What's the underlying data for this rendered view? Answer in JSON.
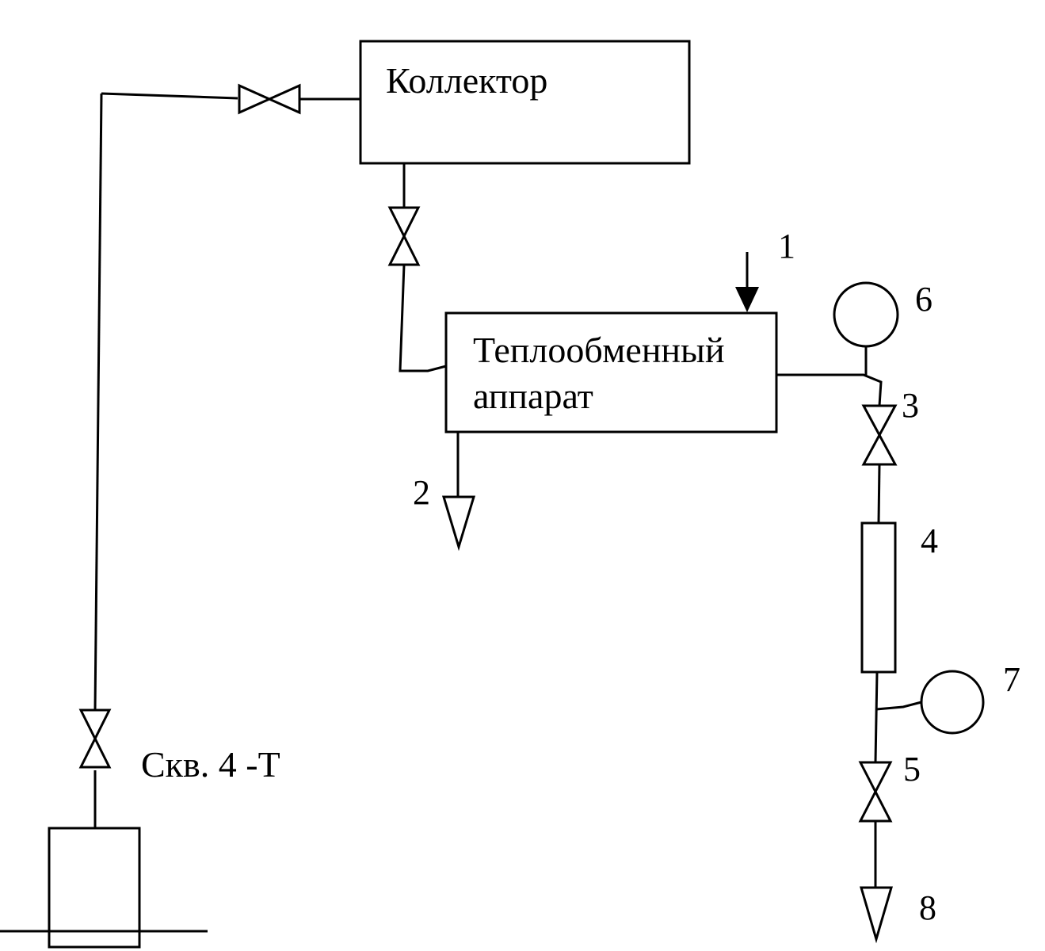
{
  "diagram": {
    "nodes": {
      "collector": {
        "label": "Коллектор"
      },
      "heat_exchanger": {
        "label_line1": "Теплообменный",
        "label_line2": "аппарат"
      },
      "well": {
        "label": "Скв. 4 -Т"
      }
    },
    "markers": {
      "m1": "1",
      "m2": "2",
      "m3": "3",
      "m4": "4",
      "m5": "5",
      "m6": "6",
      "m7": "7",
      "m8": "8"
    }
  }
}
